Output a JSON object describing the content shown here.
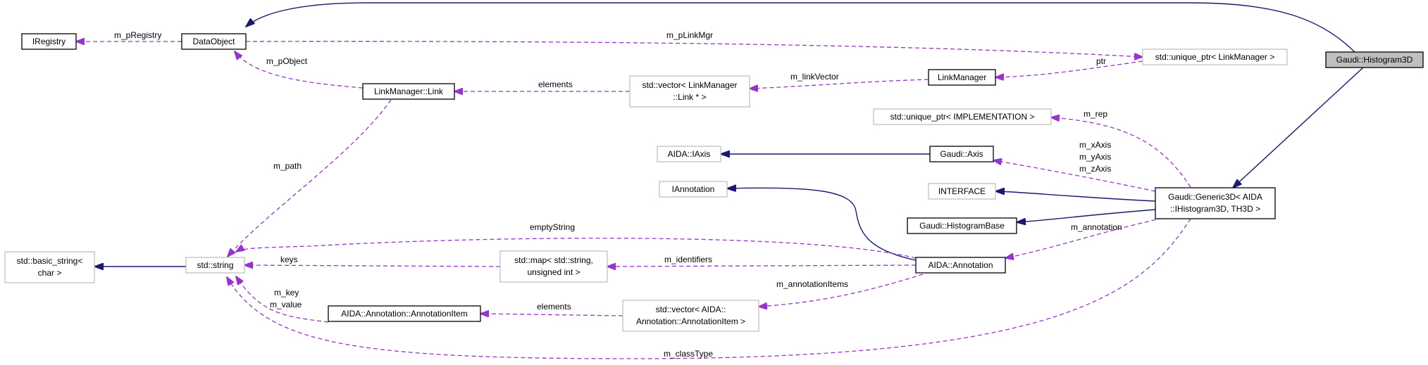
{
  "nodes": {
    "histogram3d": "Gaudi::Histogram3D",
    "iregistry": "IRegistry",
    "dataobject": "DataObject",
    "unique_ptr_linkmanager": "std::unique_ptr< LinkManager >",
    "linkmanager": "LinkManager",
    "linkmanager_link": "LinkManager::Link",
    "vector_link": [
      "std::vector< LinkManager",
      "::Link * >"
    ],
    "unique_ptr_impl": "std::unique_ptr< IMPLEMENTATION >",
    "aida_iaxis": "AIDA::IAxis",
    "gaudi_axis": "Gaudi::Axis",
    "interface": "INTERFACE",
    "iannotation": "IAnnotation",
    "generic3d": [
      "Gaudi::Generic3D< AIDA",
      "::IHistogram3D, TH3D >"
    ],
    "histogrambase": "Gaudi::HistogramBase",
    "basic_string": [
      "std::basic_string<",
      "char >"
    ],
    "std_string": "std::string",
    "map_string": [
      "std::map< std::string,",
      "unsigned int >"
    ],
    "aida_annotation": "AIDA::Annotation",
    "annotation_item": "AIDA::Annotation::AnnotationItem",
    "vector_annotation_item": [
      "std::vector< AIDA::",
      "Annotation::AnnotationItem >"
    ]
  },
  "edge_labels": {
    "m_pRegistry": "m_pRegistry",
    "m_pLinkMgr": "m_pLinkMgr",
    "m_pObject": "m_pObject",
    "ptr": "ptr",
    "m_linkVector": "m_linkVector",
    "elements_link": "elements",
    "m_rep": "m_rep",
    "m_axes": [
      "m_xAxis",
      "m_yAxis",
      "m_zAxis"
    ],
    "m_path": "m_path",
    "emptyString": "emptyString",
    "m_annotation": "m_annotation",
    "keys": "keys",
    "m_identifiers": "m_identifiers",
    "m_annotationItems": "m_annotationItems",
    "m_key_value": [
      "m_key",
      "m_value"
    ],
    "elements_item": "elements",
    "m_classType": "m_classType"
  },
  "colors": {
    "inheritance": "#191970",
    "association": "#9a32cd",
    "focus_fill": "#bfbfbf",
    "external_border": "#bfbfbf"
  }
}
